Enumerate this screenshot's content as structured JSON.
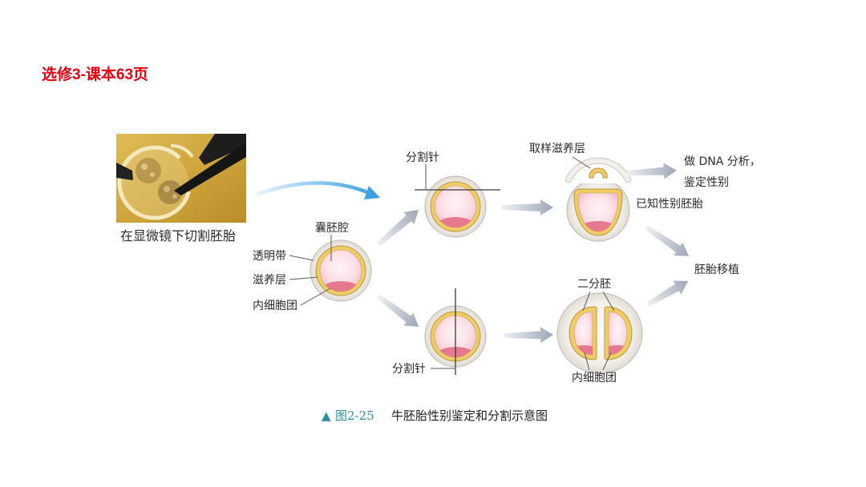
{
  "colors": {
    "title_red": "#e8000f",
    "caption_teal": "#2b8e9e",
    "trophoblast_yellow": "#efcd66",
    "inner_cell_mass_pink": "#e6788f",
    "transfer_arrow_blue": "#2f9be0"
  },
  "slide": {
    "title": "选修3-课本63页"
  },
  "figure": {
    "photo": {
      "caption": "在显微镜下切割胚胎"
    },
    "blastocyst": {
      "blastocoel_label": "囊胚腔",
      "zona_pellucida_label": "透明带",
      "trophoblast_label": "滋养层",
      "inner_cell_mass_label": "内细胞团"
    },
    "sexing_path": {
      "needle_label": "分割针",
      "sampled_trophoblast_label": "取样滋养层",
      "dna_analysis_line1": "做 DNA 分析，",
      "dna_analysis_line2": "鉴定性别",
      "known_sex_embryo_label": "已知性别胚胎"
    },
    "splitting_path": {
      "needle_label": "分割针",
      "half_embryos_label": "二分胚",
      "inner_cell_mass_label": "内细胞团"
    },
    "embryo_transfer_label": "胚胎移植",
    "caption": {
      "marker": "▲",
      "number": "图2-25",
      "text": "牛胚胎性别鉴定和分割示意图"
    }
  }
}
